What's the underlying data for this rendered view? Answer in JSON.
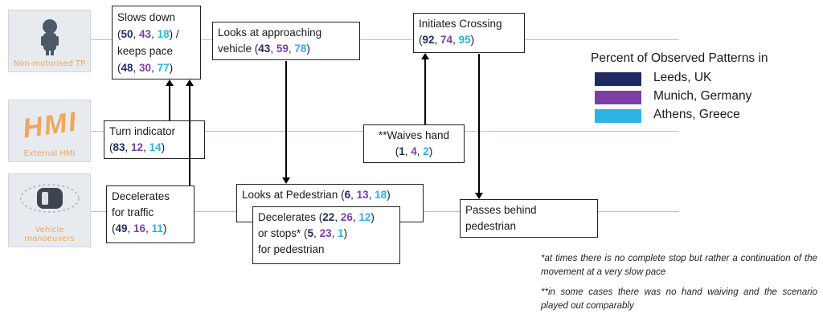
{
  "actors": [
    {
      "label": "Non-motorised TP",
      "icon": "pedestrian-icon"
    },
    {
      "label": "External HMI",
      "icon": "hmi-logo",
      "logo_text": "HMI"
    },
    {
      "label": "Vehicle manoeuvers",
      "icon": "car-top-view-icon"
    }
  ],
  "nodes": {
    "slows_down": {
      "text1": "Slows down",
      "uk1": "50",
      "de1": "43",
      "gr1": "18",
      "mid": " / ",
      "text2": "keeps pace",
      "uk2": "48",
      "de2": "30",
      "gr2": "77"
    },
    "looks_vehicle": {
      "text1": "Looks at approaching",
      "text2": "vehicle",
      "uk": "43",
      "de": "59",
      "gr": "78"
    },
    "initiates": {
      "text": "Initiates Crossing",
      "uk": "92",
      "de": "74",
      "gr": "95"
    },
    "turn_indicator": {
      "text": "Turn indicator",
      "uk": "83",
      "de": "12",
      "gr": "14"
    },
    "waives_hand": {
      "text": "**Waives hand",
      "uk": "1",
      "de": "4",
      "gr": "2"
    },
    "decelerates_traffic": {
      "text1": "Decelerates",
      "text2": "for traffic",
      "uk": "49",
      "de": "16",
      "gr": "11"
    },
    "looks_pedestrian": {
      "text": "Looks at Pedestrian",
      "uk": "6",
      "de": "13",
      "gr": "18"
    },
    "decelerates_ped": {
      "text1": "Decelerates",
      "uk1": "22",
      "de1": "26",
      "gr1": "12",
      "text2": "or stops*",
      "uk2": "5",
      "de2": "23",
      "gr2": "1",
      "text3": "for pedestrian"
    },
    "passes_behind": {
      "text1": "Passes behind",
      "text2": "pedestrian"
    }
  },
  "legend": {
    "title": "Percent of Observed Patterns in",
    "items": [
      {
        "label": "Leeds, UK",
        "color": "#1f2b5e"
      },
      {
        "label": "Munich, Germany",
        "color": "#7b3fa6"
      },
      {
        "label": "Athens, Greece",
        "color": "#2cb3e3"
      }
    ]
  },
  "notes": [
    "*at times there is no complete stop but rather a continuation of the movement at a very slow pace",
    "**in some cases there was no hand waiving and the scenario played out comparably"
  ],
  "colors": {
    "lane": "#8fd2e8",
    "label": "#f2a65a"
  }
}
